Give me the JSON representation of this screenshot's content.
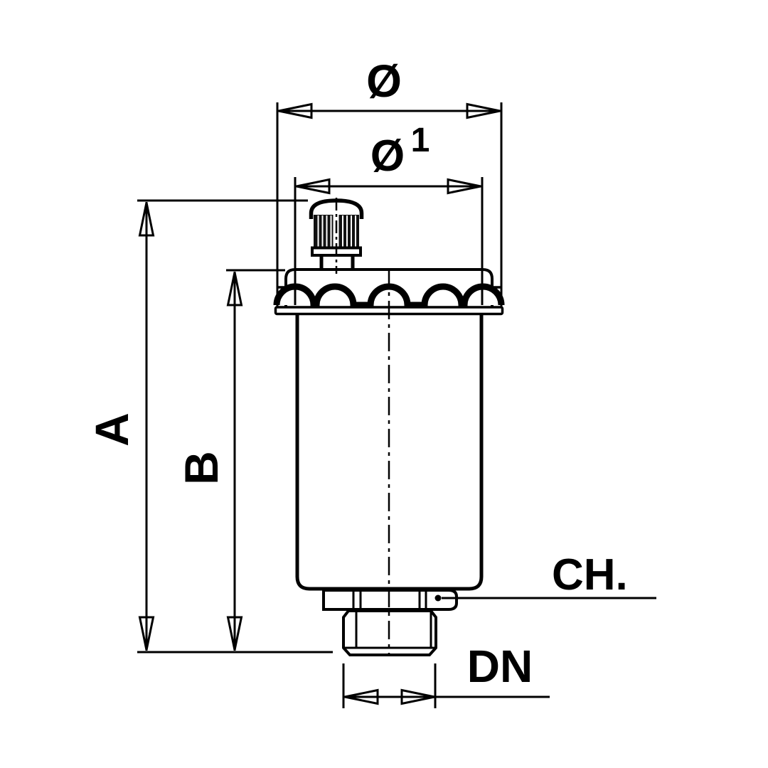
{
  "drawing": {
    "background": "#ffffff",
    "line_color": "#000000",
    "cap_fill": "#111111",
    "labels": {
      "outer_diameter": "Ø",
      "cap_diameter": "Ø",
      "cap_diameter_index": "1",
      "overall_height": "A",
      "body_height": "B",
      "wrench_flats": "CH.",
      "nominal_bore": "DN"
    }
  }
}
